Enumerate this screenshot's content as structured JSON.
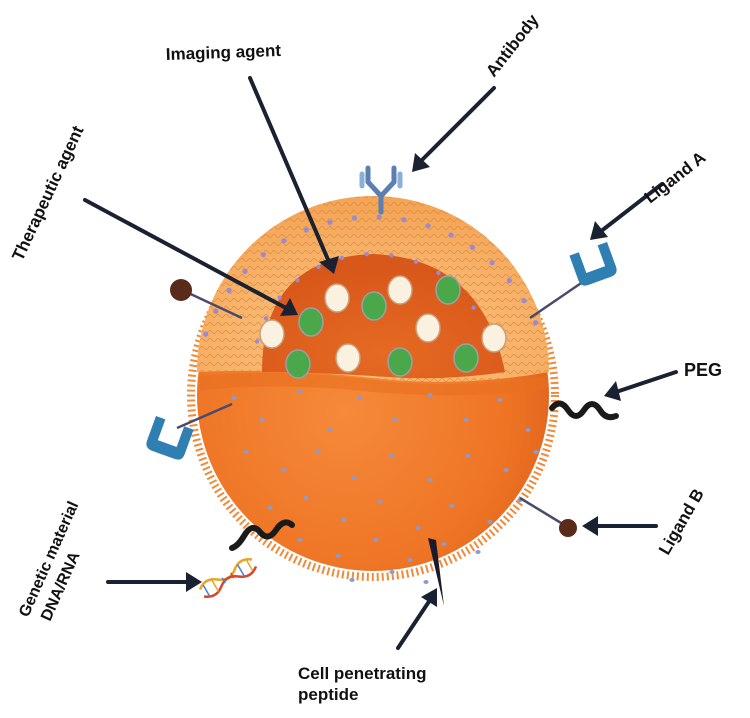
{
  "labels": {
    "imaging_agent": "Imaging agent",
    "antibody": "Antibody",
    "therapeutic_agent": "Therapeutic agent",
    "ligand_a": "Ligand A",
    "peg": "PEG",
    "ligand_b": "Ligand B",
    "genetic_material_line1": "Genetic material",
    "genetic_material_line2": "DNA/RNA",
    "cpp_line1": "Cell penetrating",
    "cpp_line2": "peptide"
  },
  "colors": {
    "shell_orange": "#f07a2a",
    "shell_light": "#f8b866",
    "core_dark": "#d9561a",
    "green_payload": "#4aa84a",
    "white_payload": "#fbf1e0",
    "receptor_blue": "#2f7fb3",
    "dot_blue": "#8a9bd0",
    "ligand_brown": "#5a2a1a",
    "arrow": "#1a2130"
  }
}
